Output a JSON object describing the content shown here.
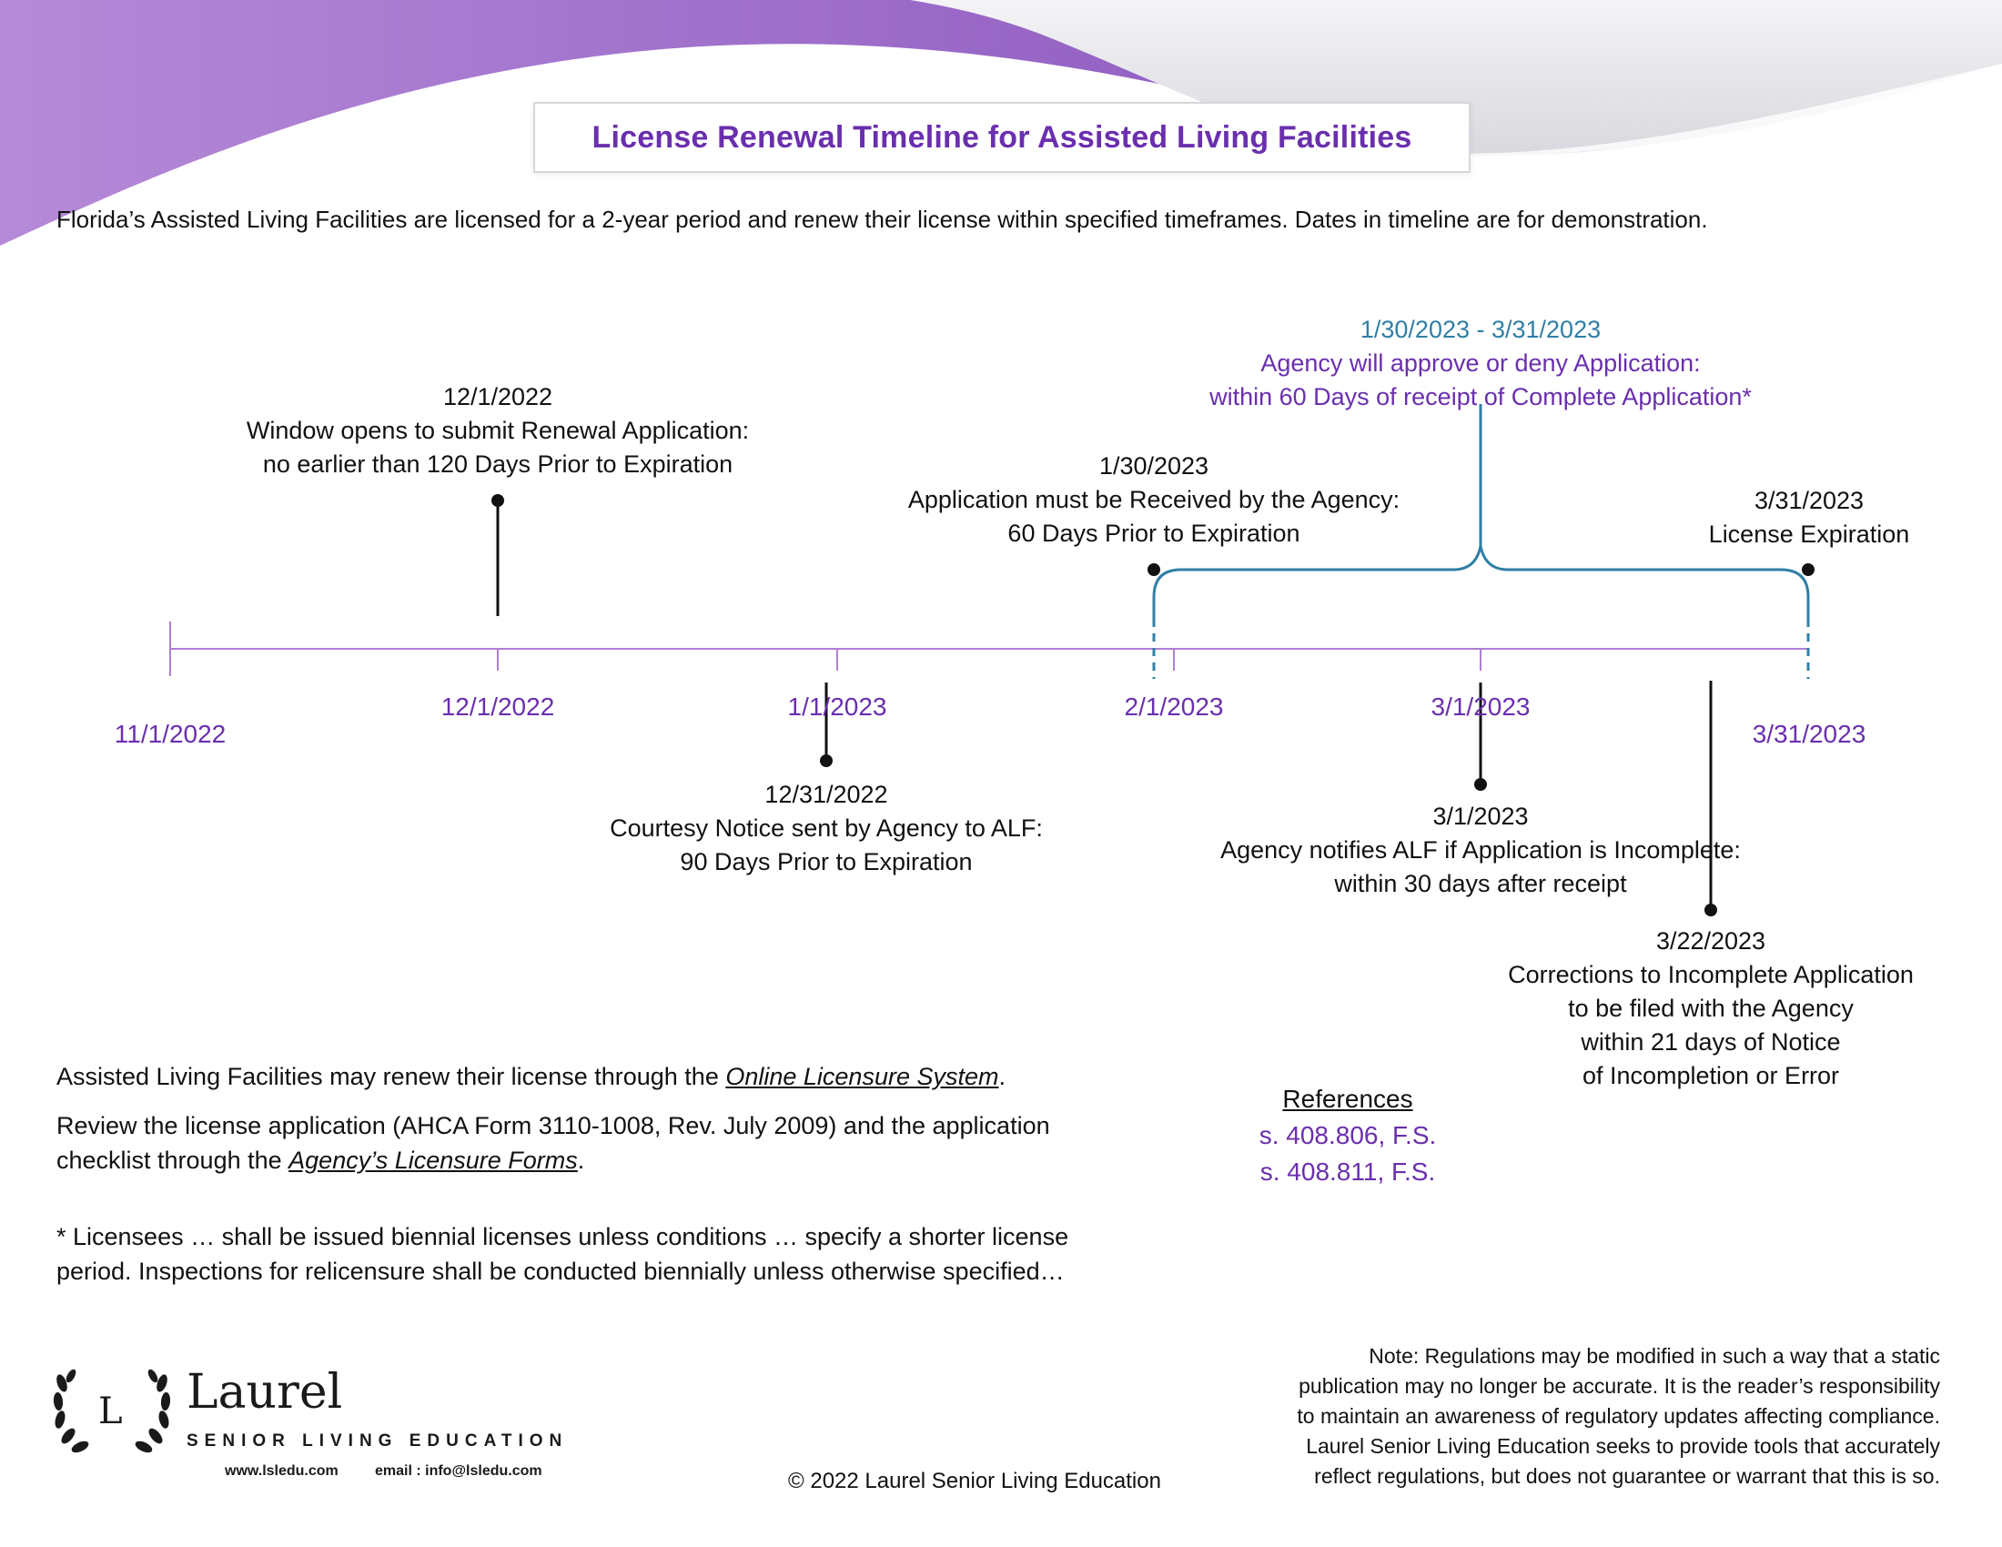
{
  "title": "License Renewal Timeline for Assisted Living Facilities",
  "intro": "Florida’s Assisted Living Facilities are licensed for a 2-year period and renew their license within specified timeframes. Dates in timeline are for demonstration.",
  "axis_dates": [
    "11/1/2022",
    "12/1/2022",
    "1/1/2023",
    "2/1/2023",
    "3/1/2023",
    "3/31/2023"
  ],
  "events": {
    "window": {
      "date": "12/1/2022",
      "line1": "Window opens to submit Renewal Application:",
      "line2": "no earlier than 120 Days Prior to Expiration"
    },
    "received": {
      "date": "1/30/2023",
      "line1": "Application must be Received by the Agency:",
      "line2": "60 Days Prior to Expiration"
    },
    "approve": {
      "date": "1/30/2023 - 3/31/2023",
      "line1": "Agency will approve or deny Application:",
      "line2": "within 60 Days of receipt of Complete Application*"
    },
    "expiration": {
      "date": "3/31/2023",
      "line1": "License Expiration"
    },
    "courtesy": {
      "date": "12/31/2022",
      "line1": "Courtesy Notice sent by Agency to ALF:",
      "line2": "90 Days Prior to Expiration"
    },
    "incomplete": {
      "date": "3/1/2023",
      "line1": "Agency notifies ALF if Application is Incomplete:",
      "line2": "within 30 days after receipt"
    },
    "corrections": {
      "date": "3/22/2023",
      "line1": "Corrections to Incomplete Application",
      "line2": "to be filed with the Agency",
      "line3": "within 21 days of Notice",
      "line4": "of Incompletion or Error"
    }
  },
  "body": {
    "renew_pre": "Assisted Living Facilities may renew their license through the ",
    "renew_link": "Online Licensure System",
    "renew_post": ".",
    "review_line1": "Review the license application (AHCA Form 3110-1008, Rev. July 2009) and the application",
    "review_pre": "checklist through the ",
    "review_link": "Agency’s Licensure Forms",
    "review_post": ".",
    "footnote_line1": "* Licensees … shall be issued biennial licenses unless conditions … specify a shorter license",
    "footnote_line2": "period. Inspections for relicensure shall be conducted biennially unless otherwise specified…"
  },
  "references": {
    "heading": "References",
    "items": [
      "s. 408.806, F.S.",
      "s. 408.811, F.S."
    ]
  },
  "note": {
    "line1": "Note: Regulations may be modified in such a way that a static",
    "line2": "publication may no longer be accurate. It is the reader’s responsibility",
    "line3": "to maintain an awareness of regulatory updates affecting compliance.",
    "line4": "Laurel Senior Living Education seeks to provide tools that accurately",
    "line5": "reflect regulations, but does not guarantee or warrant that this is so."
  },
  "copyright": "© 2022 Laurel Senior Living Education",
  "logo": {
    "letter": "L",
    "name": "Laurel",
    "subtitle": "SENIOR LIVING EDUCATION",
    "website": "www.lsledu.com",
    "email": "email : info@lsledu.com"
  },
  "colors": {
    "purple": "#6a2fae",
    "axis": "#b07fd0",
    "bracket": "#2f7fa6",
    "header_gradient": [
      "#b58ad8",
      "#7c45b4"
    ]
  }
}
